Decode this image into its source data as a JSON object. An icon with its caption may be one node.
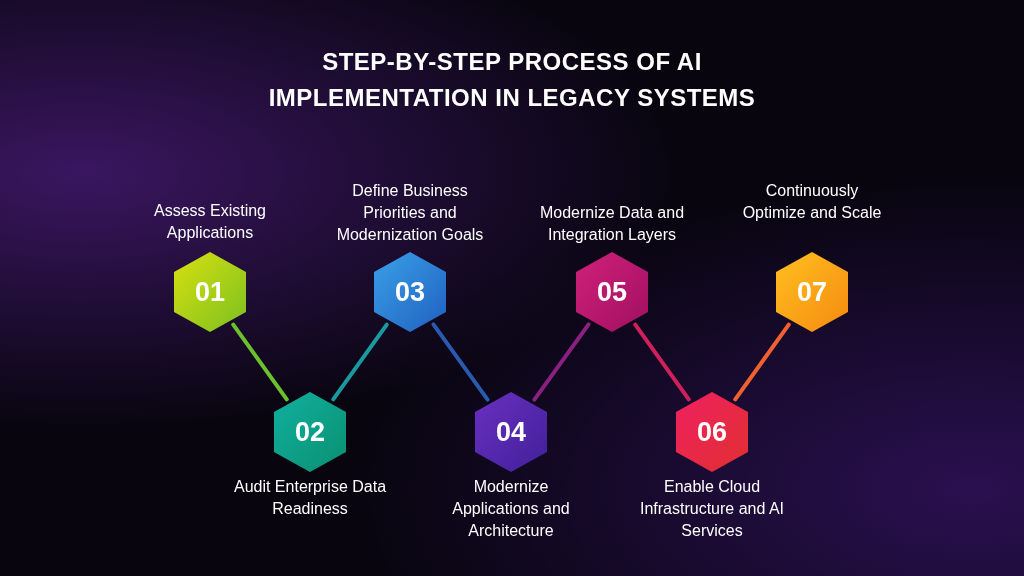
{
  "diagram": {
    "title": "STEP-BY-STEP PROCESS OF AI IMPLEMENTATION IN LEGACY SYSTEMS",
    "nodes": [
      {
        "text": [
          "01"
        ],
        "beside": [
          "Assess Existing Applications"
        ]
      },
      {
        "text": [
          "02"
        ],
        "beside": [
          "Audit Enterprise Data Readiness"
        ]
      },
      {
        "text": [
          "03"
        ],
        "beside": [
          "Define Business Priorities and Modernization Goals"
        ]
      },
      {
        "text": [
          "04"
        ],
        "beside": [
          "Modernize Applications and Architecture"
        ]
      },
      {
        "text": [
          "05"
        ],
        "beside": [
          "Modernize Data and Integration Layers"
        ]
      },
      {
        "text": [
          "06"
        ],
        "beside": [
          "Enable Cloud Infrastructure and AI Services"
        ]
      },
      {
        "text": [
          "07"
        ],
        "beside": [
          "Continuously Optimize and Scale"
        ]
      }
    ],
    "edges": [
      {
        "from": 0,
        "to": 1,
        "arrow": "none",
        "color": "#6cc02c"
      },
      {
        "from": 1,
        "to": 2,
        "arrow": "none",
        "color": "#1a9aa0"
      },
      {
        "from": 2,
        "to": 3,
        "arrow": "none",
        "color": "#2a5ab0"
      },
      {
        "from": 3,
        "to": 4,
        "arrow": "none",
        "color": "#8a2080"
      },
      {
        "from": 4,
        "to": 5,
        "arrow": "none",
        "color": "#d0205a"
      },
      {
        "from": 5,
        "to": 6,
        "arrow": "none",
        "color": "#f06030"
      }
    ]
  }
}
